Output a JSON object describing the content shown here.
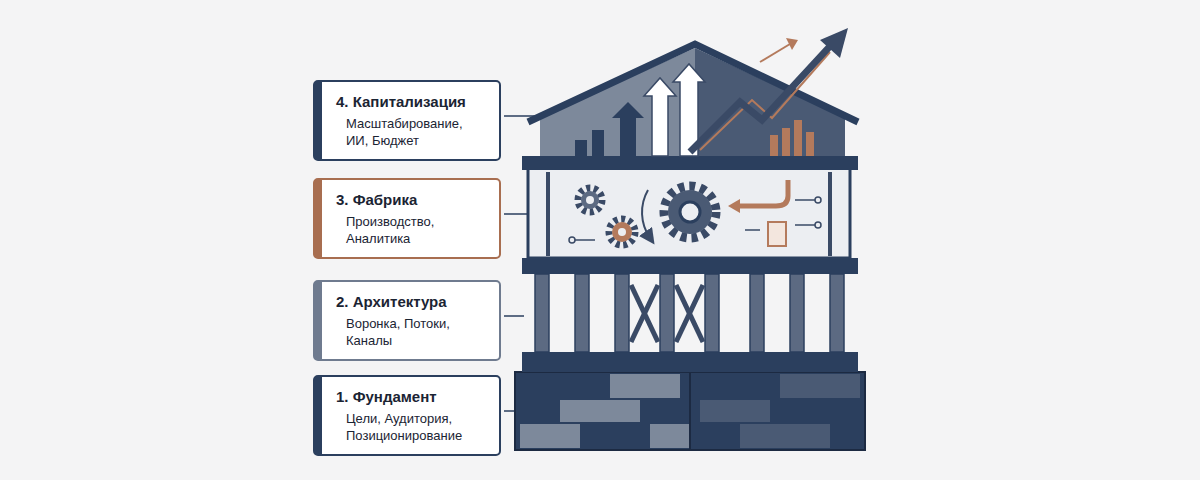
{
  "diagram": {
    "nodes": [
      {
        "text": [
          "4. Капитализация",
          "Масштабирование, ИИ, Бюджет"
        ]
      },
      {
        "text": [
          "3. Фабрика",
          "Производство, Аналитика"
        ]
      },
      {
        "text": [
          "2. Архитектура",
          "Воронка, Потоки, Каналы"
        ]
      },
      {
        "text": [
          "1. Фундамент",
          "Цели, Аудитория, Позиционирование"
        ]
      }
    ]
  }
}
